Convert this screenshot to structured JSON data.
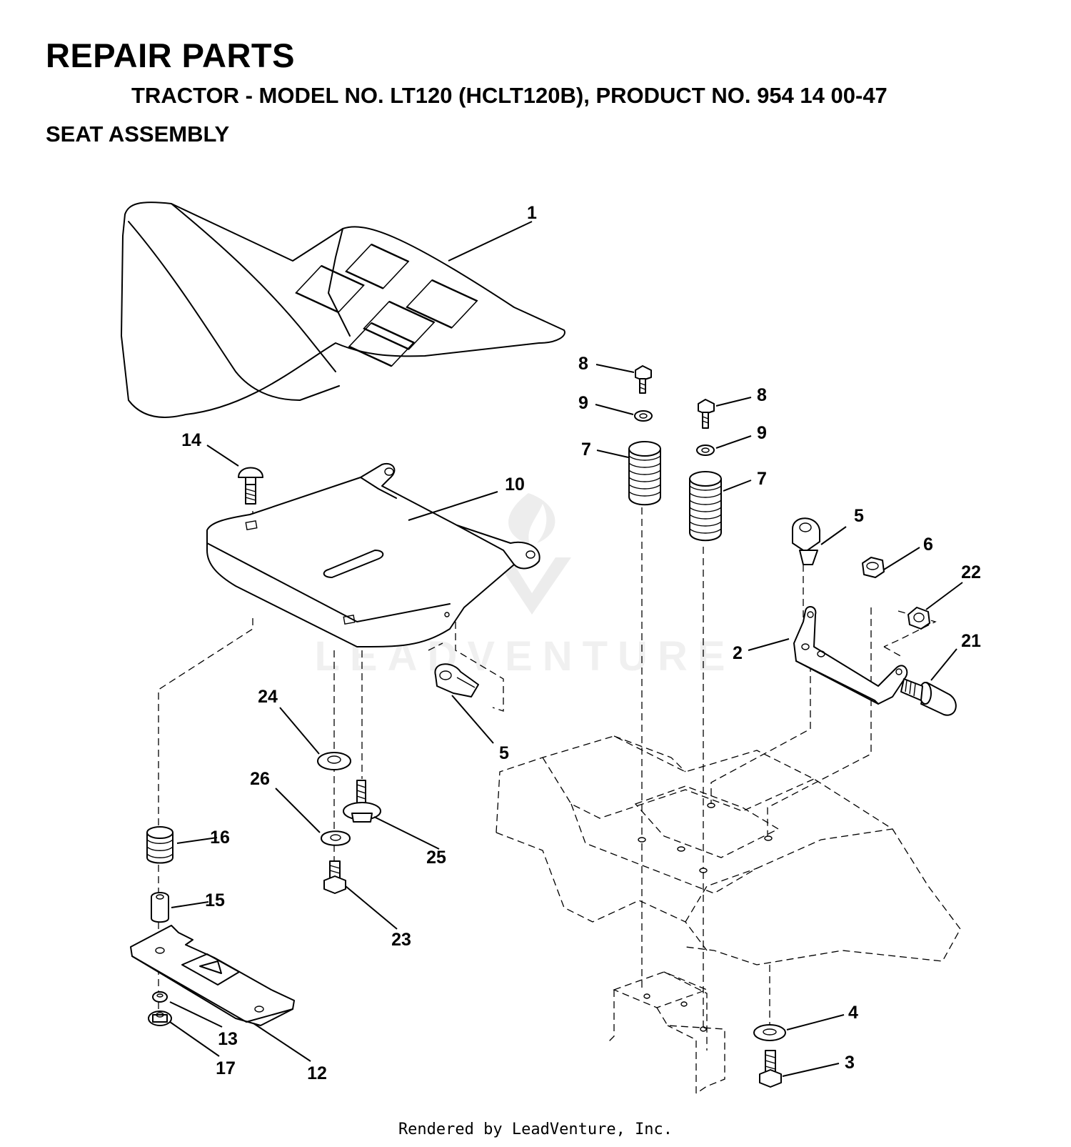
{
  "header": {
    "title": "REPAIR PARTS",
    "subtitle": "TRACTOR - MODEL NO. LT120 (HCLT120B), PRODUCT NO. 954 14 00-47",
    "section": "SEAT ASSEMBLY"
  },
  "watermark": {
    "text": "LEADVENTURE"
  },
  "callouts": [
    {
      "label": "1"
    },
    {
      "label": "8"
    },
    {
      "label": "9"
    },
    {
      "label": "8"
    },
    {
      "label": "9"
    },
    {
      "label": "7"
    },
    {
      "label": "7"
    },
    {
      "label": "14"
    },
    {
      "label": "10"
    },
    {
      "label": "5"
    },
    {
      "label": "6"
    },
    {
      "label": "22"
    },
    {
      "label": "2"
    },
    {
      "label": "21"
    },
    {
      "label": "24"
    },
    {
      "label": "5"
    },
    {
      "label": "26"
    },
    {
      "label": "25"
    },
    {
      "label": "16"
    },
    {
      "label": "15"
    },
    {
      "label": "23"
    },
    {
      "label": "4"
    },
    {
      "label": "3"
    },
    {
      "label": "13"
    },
    {
      "label": "17"
    },
    {
      "label": "12"
    }
  ],
  "footer": {
    "text": "Rendered by LeadVenture, Inc."
  }
}
